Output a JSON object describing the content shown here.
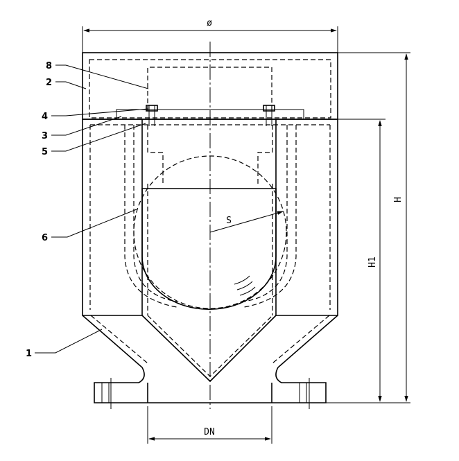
{
  "dimensions": {
    "diameter": "ø",
    "height": "H",
    "height1": "H1",
    "nominal_diameter": "DN",
    "sphere_radius": "S"
  },
  "parts": [
    {
      "id": "8",
      "label": "8"
    },
    {
      "id": "2",
      "label": "2"
    },
    {
      "id": "4",
      "label": "4"
    },
    {
      "id": "3",
      "label": "3"
    },
    {
      "id": "5",
      "label": "5"
    },
    {
      "id": "6",
      "label": "6"
    },
    {
      "id": "1",
      "label": "1"
    }
  ]
}
